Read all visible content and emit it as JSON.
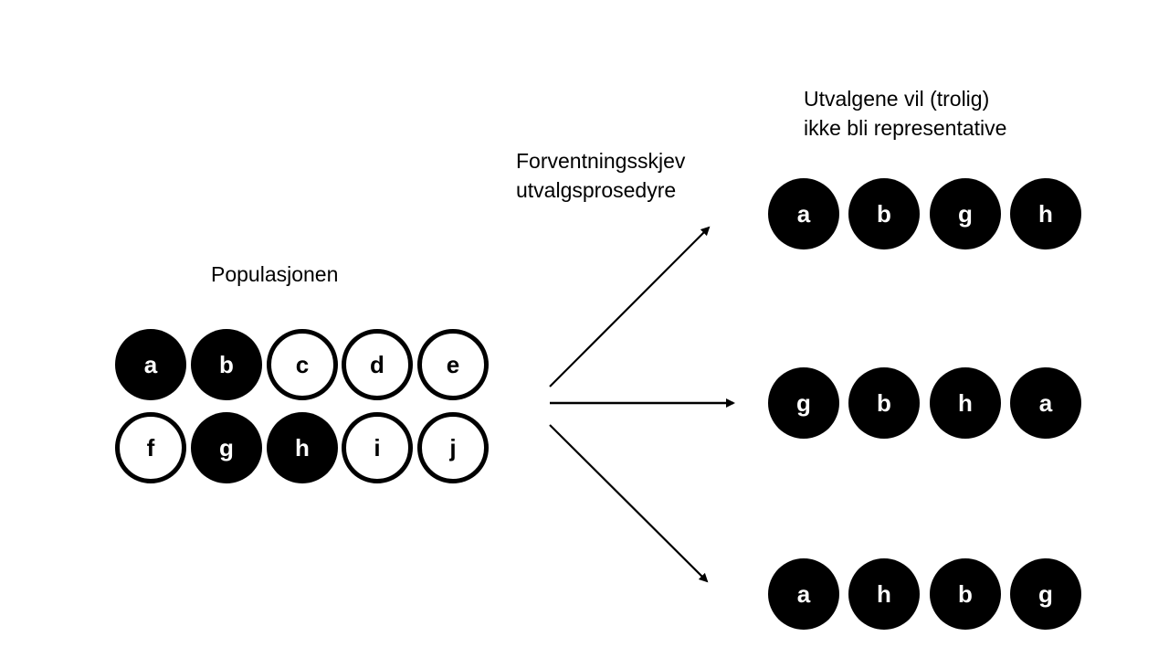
{
  "population": {
    "title": "Populasjonen",
    "members": [
      {
        "letter": "a",
        "selected": true
      },
      {
        "letter": "b",
        "selected": true
      },
      {
        "letter": "c",
        "selected": false
      },
      {
        "letter": "d",
        "selected": false
      },
      {
        "letter": "e",
        "selected": false
      },
      {
        "letter": "f",
        "selected": false
      },
      {
        "letter": "g",
        "selected": true
      },
      {
        "letter": "h",
        "selected": true
      },
      {
        "letter": "i",
        "selected": false
      },
      {
        "letter": "j",
        "selected": false
      }
    ]
  },
  "procedure": {
    "line1": "Forventningsskjev",
    "line2": "utvalgsprosedyre"
  },
  "samples_caption": {
    "line1": "Utvalgene vil (trolig)",
    "line2": "ikke bli representative"
  },
  "samples": [
    [
      "a",
      "b",
      "g",
      "h"
    ],
    [
      "g",
      "b",
      "h",
      "a"
    ],
    [
      "a",
      "h",
      "b",
      "g"
    ]
  ]
}
